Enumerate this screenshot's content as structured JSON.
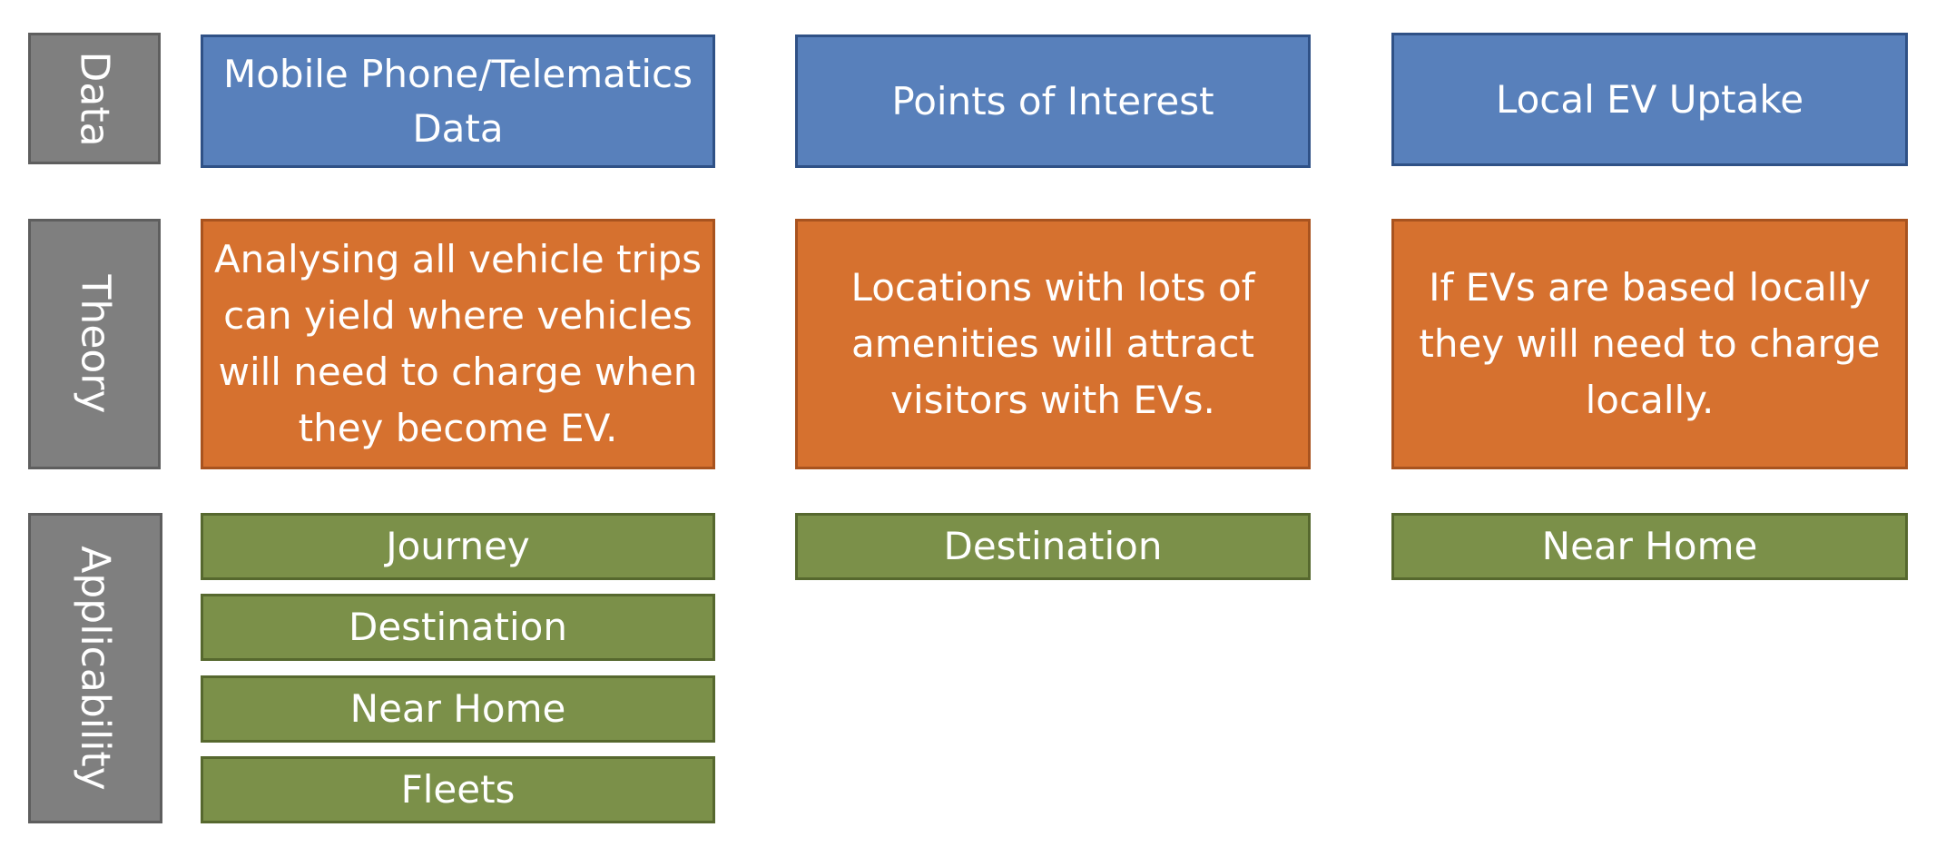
{
  "rows": {
    "data": "Data",
    "theory": "Theory",
    "applicability": "Applicability"
  },
  "columns": [
    {
      "data": "Mobile Phone/Telematics\nData",
      "theory": "Analysing all vehicle trips\ncan yield where vehicles\nwill need to charge when\nthey become EV.",
      "applicability": [
        "Journey",
        "Destination",
        "Near Home",
        "Fleets"
      ]
    },
    {
      "data": "Points of Interest",
      "theory": "Locations with lots of\namenities will attract\nvisitors with EVs.",
      "applicability": [
        "Destination"
      ]
    },
    {
      "data": "Local EV Uptake",
      "theory": "If EVs are based locally\nthey will need to charge\nlocally.",
      "applicability": [
        "Near Home"
      ]
    }
  ],
  "colors": {
    "data_fill": "#5880bb",
    "theory_fill": "#d6712f",
    "applicability_fill": "#7b9049",
    "row_label_fill": "#7f7f7f"
  }
}
